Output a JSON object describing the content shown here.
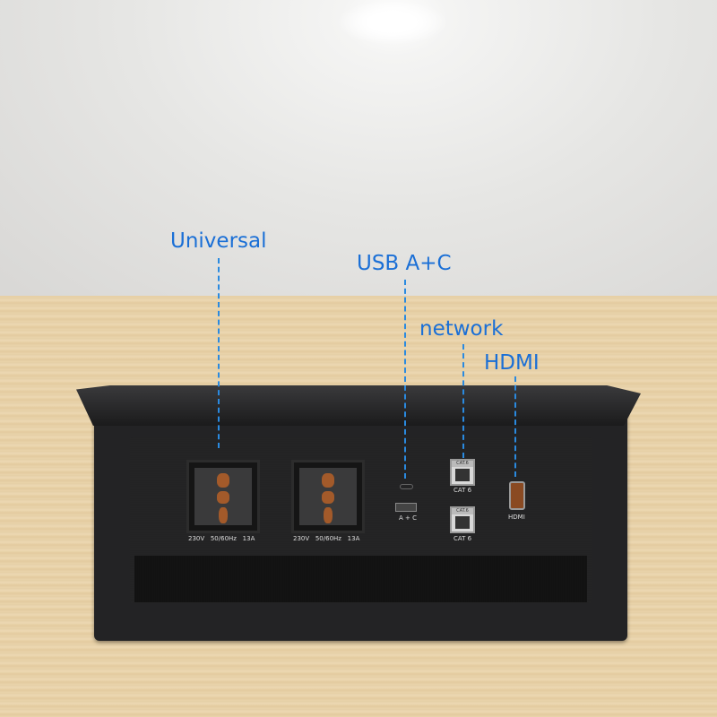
{
  "labels": {
    "universal": "Universal",
    "usb": "USB A+C",
    "network": "network",
    "hdmi": "HDMI"
  },
  "socket_rating": {
    "voltage": "230V",
    "frequency": "50/60Hz",
    "current": "13A"
  },
  "port_text": {
    "usb": "A + C",
    "cat_top": "CAT.6",
    "cat_bottom": "CAT 6",
    "hdmi": "HDMI"
  },
  "colors": {
    "label": "#1a6fd6",
    "wood": "#e8d2a8",
    "panel": "#232325"
  }
}
